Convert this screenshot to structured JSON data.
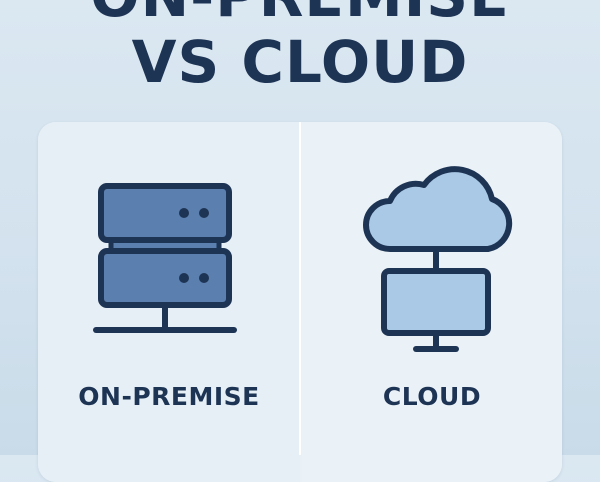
{
  "title": {
    "line1": "ON-PREMISE",
    "line2": "VS CLOUD"
  },
  "left": {
    "label": "ON-PREMISE",
    "icon": "server-rack-icon"
  },
  "right": {
    "label": "CLOUD",
    "icon": "cloud-computing-icon"
  },
  "colors": {
    "ink": "#1e3454",
    "server_fill": "#5b7fae",
    "cloud_fill": "#a9c9e6",
    "panel": "#e9f1f7",
    "background": "#d3e2ee"
  }
}
